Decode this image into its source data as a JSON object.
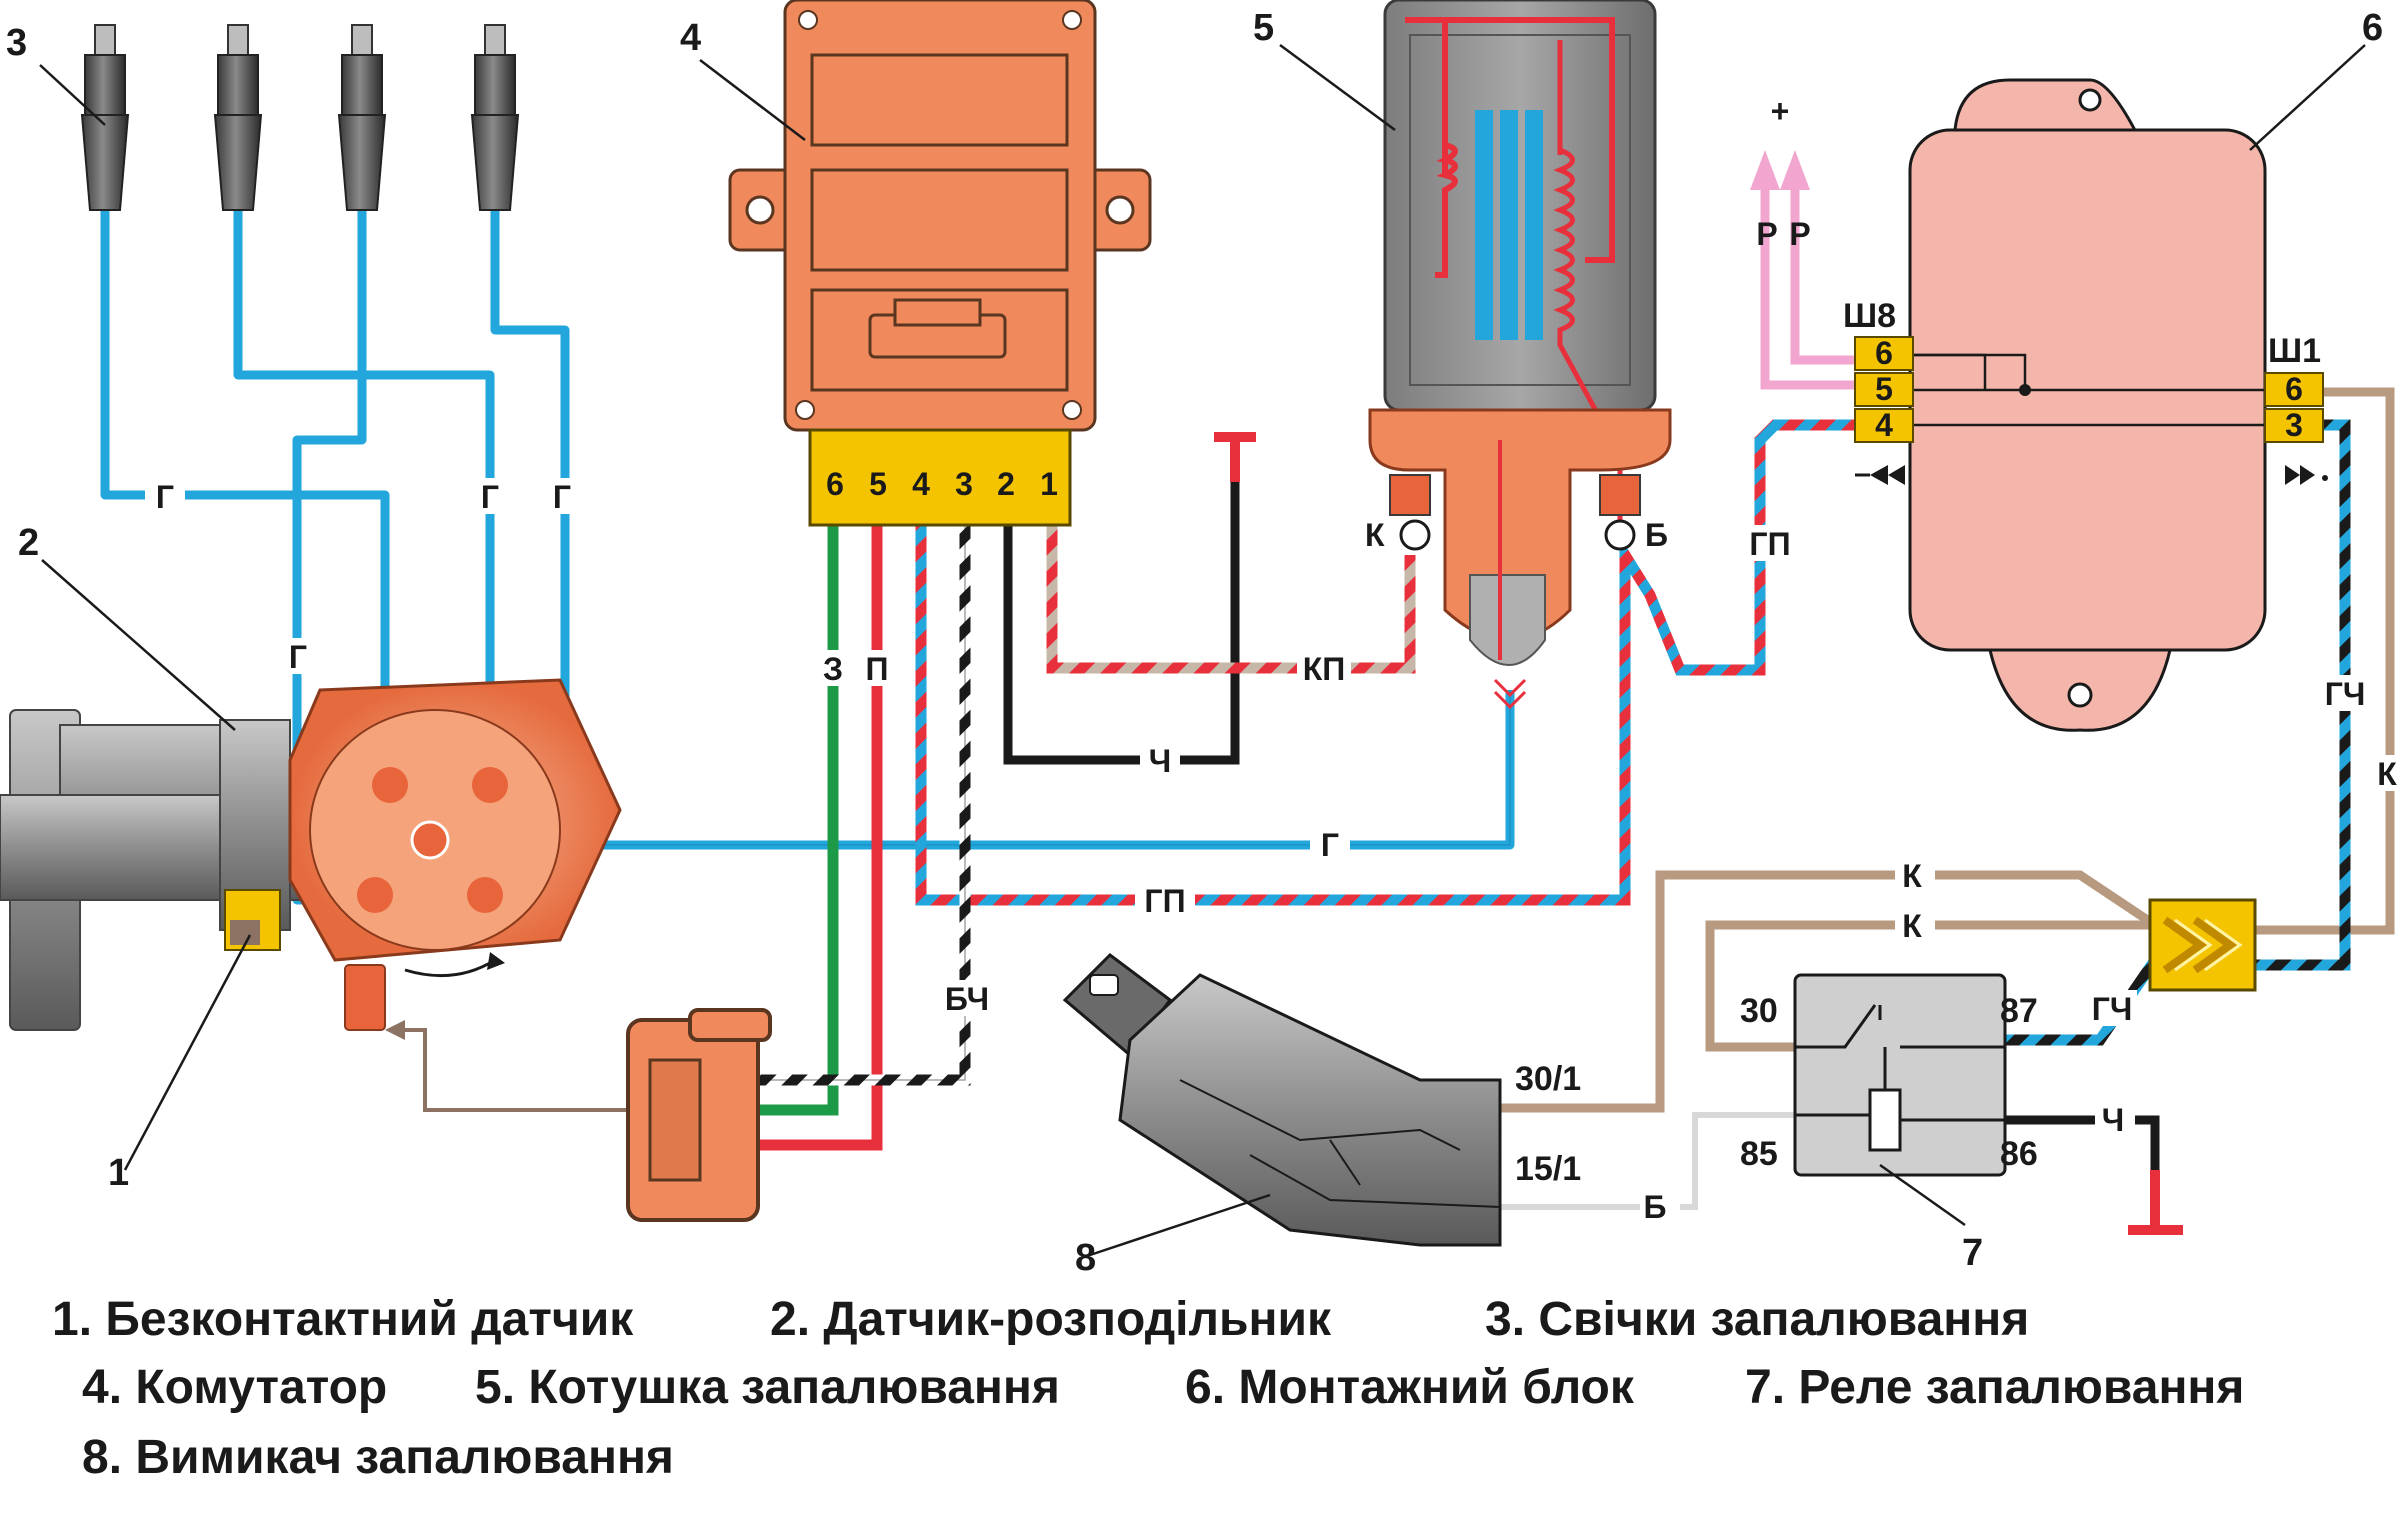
{
  "callouts": {
    "c1": "1",
    "c2": "2",
    "c3": "3",
    "c4": "4",
    "c5": "5",
    "c6": "6",
    "c7": "7",
    "c8": "8"
  },
  "wire_labels": {
    "g": "Г",
    "gp": "ГП",
    "z": "З",
    "p": "П",
    "bch": "БЧ",
    "ch": "Ч",
    "kp": "КП",
    "k": "К",
    "gch": "ГЧ",
    "b": "Б",
    "r": "Р",
    "plus": "+"
  },
  "terminals": {
    "coil_k": "К",
    "coil_b": "Б",
    "sh8": "Ш8",
    "sh1": "Ш1",
    "sh8_pins": [
      "6",
      "5",
      "4"
    ],
    "sh1_pins": [
      "6",
      "3"
    ],
    "commutator_pins": [
      "6",
      "5",
      "4",
      "3",
      "2",
      "1"
    ],
    "relay_30": "30",
    "relay_87": "87",
    "relay_85": "85",
    "relay_86": "86",
    "switch_30_1": "30/1",
    "switch_15_1": "15/1"
  },
  "legend": {
    "l1": "1. Безконтактний датчик",
    "l2": "2. Датчик-розподільник",
    "l3": "3. Свічки запалювання",
    "l4": "4. Комутатор",
    "l5": "5. Котушка запалювання",
    "l6": "6. Монтажний блок",
    "l7": "7. Реле запалювання",
    "l8": "8. Вимикач запалювання"
  },
  "colors": {
    "blue_wire": "#22a6dc",
    "red_wire": "#e8303c",
    "green_wire": "#1d9a48",
    "black_wire": "#1a1a1a",
    "brown_wire": "#b79a80",
    "pink_wire": "#f2a6cf",
    "module_orange": "#f08a5d",
    "connector_yellow": "#f5c400",
    "body_grey": "#9a9a9a"
  }
}
